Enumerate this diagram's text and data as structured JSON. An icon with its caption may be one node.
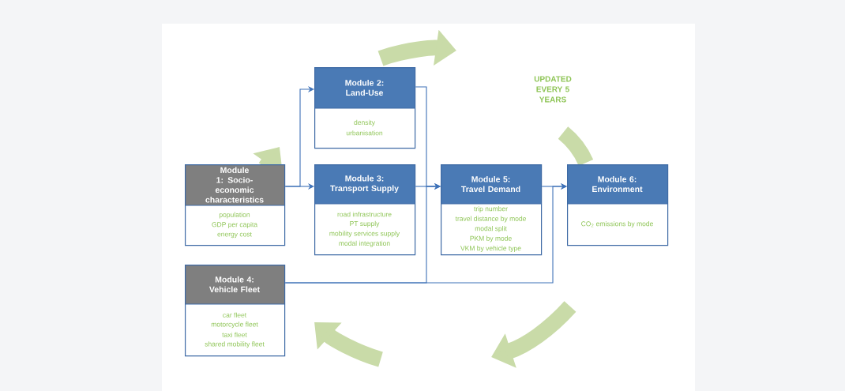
{
  "diagram": {
    "nodes": [
      {
        "text": [
          "Module 1: Socio-economic characteristics",
          "population",
          "GDP per capita",
          "energy cost"
        ]
      },
      {
        "text": [
          "Module 2: Land-Use",
          "density",
          "urbanisation"
        ]
      },
      {
        "text": [
          "Module 3: Transport Supply",
          "road infrastructure",
          "PT supply",
          "mobility services supply",
          "modal integration"
        ]
      },
      {
        "text": [
          "Module 4: Vehicle Fleet",
          "car fleet",
          "motorcycle fleet",
          "taxi fleet",
          "shared mobility fleet"
        ]
      },
      {
        "text": [
          "Module 5: Travel Demand",
          "trip number",
          "travel distance by mode",
          "modal split",
          "PKM by mode",
          "VKM by vehicle type"
        ]
      },
      {
        "text": [
          "Module 6: Environment",
          "CO$_{2}$ emissions by mode"
        ]
      }
    ],
    "edges": [
      {
        "from": 0,
        "to": 2,
        "arrow": "to"
      },
      {
        "from": 0,
        "to": 1,
        "arrow": "to"
      },
      {
        "from": 1,
        "to": 4,
        "arrow": "to"
      },
      {
        "from": 2,
        "to": 4,
        "arrow": "to"
      },
      {
        "from": 4,
        "to": 5,
        "arrow": "to"
      },
      {
        "from": 3,
        "to": 4,
        "arrow": "to"
      },
      {
        "from": 3,
        "to": 5,
        "arrow": "to"
      }
    ],
    "labels": [
      "UPDATED EVERY 5 YEARS"
    ]
  }
}
